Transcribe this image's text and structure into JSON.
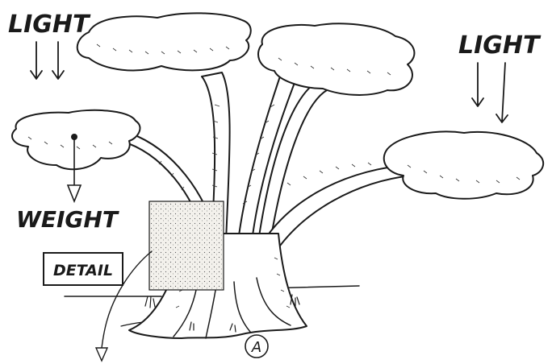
{
  "labels": {
    "light_left": "LIGHT",
    "light_right": "LIGHT",
    "weight": "WEIGHT",
    "detail": "DETAIL",
    "marker": "A"
  },
  "colors": {
    "ink": "#1a1a1a",
    "paper": "#ffffff",
    "stipple": "#e9e6df"
  },
  "icons": [
    "down-arrow-icon",
    "plumb-bob-icon",
    "leader-arrow-icon"
  ]
}
